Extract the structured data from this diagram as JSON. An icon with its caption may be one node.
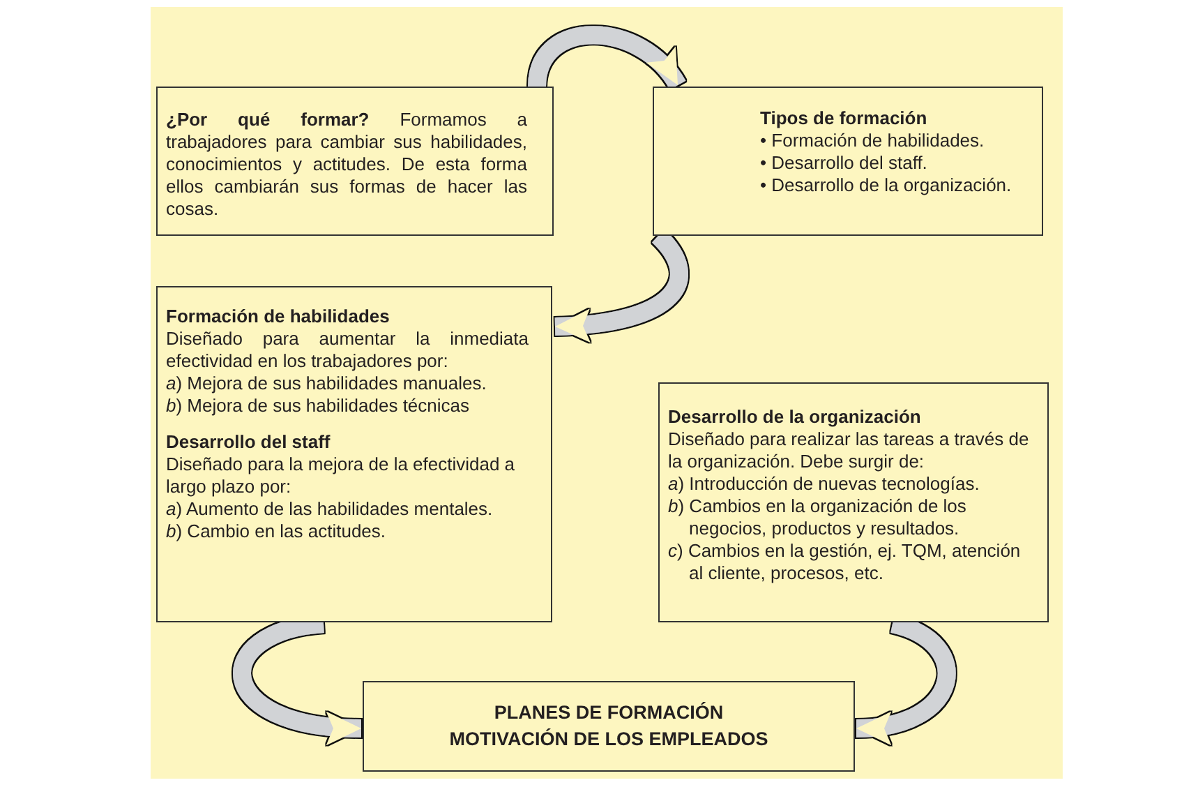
{
  "diagram": {
    "nodes": [
      {
        "text": [
          "**¿Por qué formar?** Formamos a trabajadores para cambiar sus habilidades, conocimientos y actitudes. De esta forma ellos cambiarán sus formas de hacer las cosas."
        ]
      },
      {
        "text": [
          "Tipos de formación",
          "• Formación de habilidades.",
          "• Desarrollo del staff.",
          "• Desarrollo de la organización."
        ]
      },
      {
        "text": [
          "Formación de habilidades",
          "Diseñado para aumentar la inmediata efectividad en los trabajadores por:",
          "*a*) Mejora de sus habilidades manuales.",
          "*b*) Mejora de sus habilidades técnicas",
          "Desarrollo del staff",
          "Diseñado para la mejora de la efectividad a largo plazo por:",
          "*a*) Aumento de las habilidades mentales.",
          "*b*) Cambio en las actitudes."
        ]
      },
      {
        "text": [
          "Desarrollo de la organización",
          "Diseñado para realizar las tareas a través de la organización. Debe surgir de:",
          "*a*) Introducción de nuevas tecnologías.",
          "*b*) Cambios en la organización de los negocios, productos y resultados.",
          "*c*) Cambios en la gestión, ej. TQM, atención al cliente, procesos, etc."
        ]
      },
      {
        "text": [
          "PLANES DE FORMACIÓN",
          "MOTIVACIÓN DE LOS EMPLEADOS"
        ]
      }
    ],
    "edges": [
      {
        "from": 0,
        "to": 1,
        "arrow": "to"
      },
      {
        "from": 1,
        "to": 2,
        "arrow": "to"
      },
      {
        "from": 1,
        "to": 3,
        "arrow": "to"
      },
      {
        "from": 2,
        "to": 4,
        "arrow": "to"
      },
      {
        "from": 3,
        "to": 4,
        "arrow": "to"
      }
    ]
  }
}
